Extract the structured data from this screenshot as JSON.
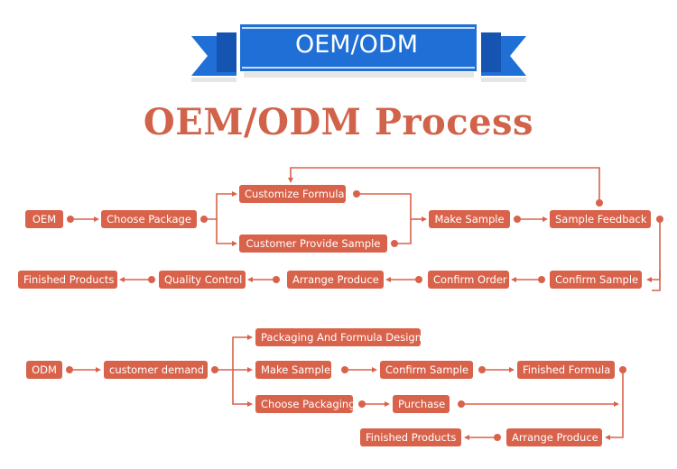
{
  "banner": {
    "label": "OEM/ODM"
  },
  "title": "OEM/ODM Process",
  "colors": {
    "node": "#d9624a",
    "line": "#d9624a",
    "banner": "#1f6fd6",
    "banner_dark": "#1554b0",
    "title": "#d2634b"
  },
  "oem": {
    "start": "OEM",
    "choose_package": "Choose Package",
    "customize_formula": "Customize Formula",
    "customer_provide_sample": "Customer Provide Sample",
    "make_sample": "Make Sample",
    "sample_feedback": "Sample Feedback",
    "confirm_sample": "Confirm Sample",
    "confirm_order": "Confirm Order",
    "arrange_produce": "Arrange Produce",
    "quality_control": "Quality Control",
    "finished_products": "Finished Products"
  },
  "odm": {
    "start": "ODM",
    "customer_demand": "customer demand",
    "packaging_formula_design": "Packaging And Formula Design",
    "make_sample": "Make Sample",
    "confirm_sample": "Confirm Sample",
    "finished_formula": "Finished Formula",
    "choose_packaging": "Choose Packaging",
    "purchase": "Purchase",
    "arrange_produce": "Arrange Produce",
    "finished_products": "Finished Products"
  }
}
